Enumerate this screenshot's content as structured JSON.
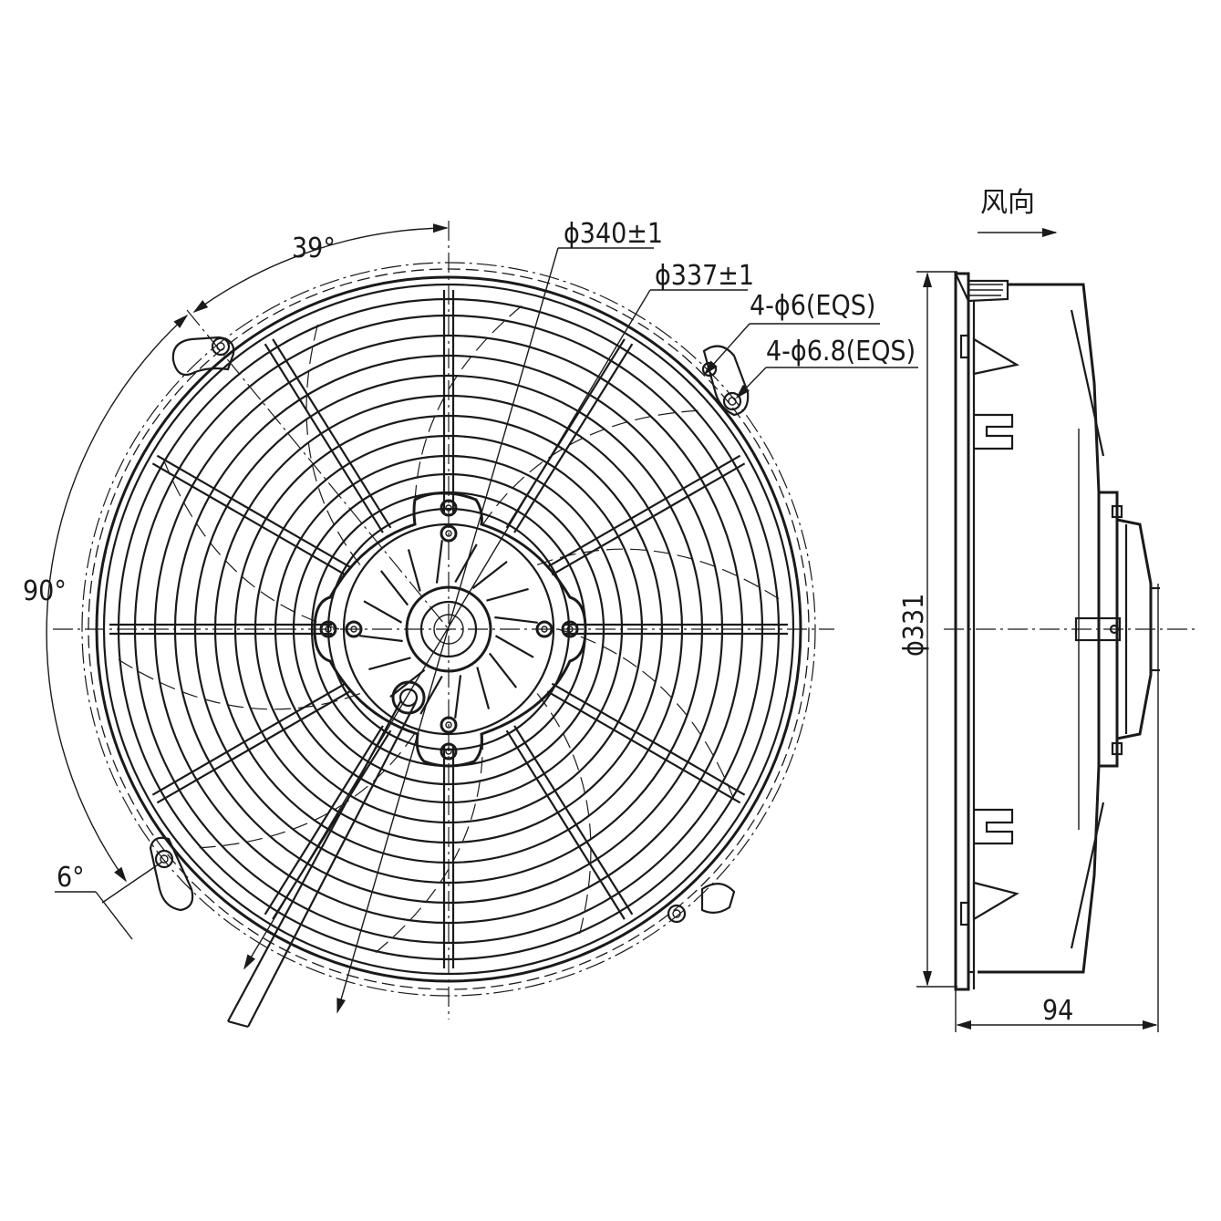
{
  "labels": {
    "outer_diameter": "ϕ340±1",
    "guard_diameter": "ϕ337±1",
    "mount_holes_a": "4-ϕ6(EQS)",
    "mount_holes_b": "4-ϕ6.8(EQS)",
    "angle_top": "39°",
    "angle_side": "90°",
    "angle_small": "6°",
    "side_diameter": "ϕ331",
    "depth": "94",
    "airflow": "风向"
  },
  "icons": {
    "airflow_arrow": "right-arrow-icon"
  },
  "colors": {
    "line": "#1a1a1a",
    "background": "#ffffff"
  }
}
